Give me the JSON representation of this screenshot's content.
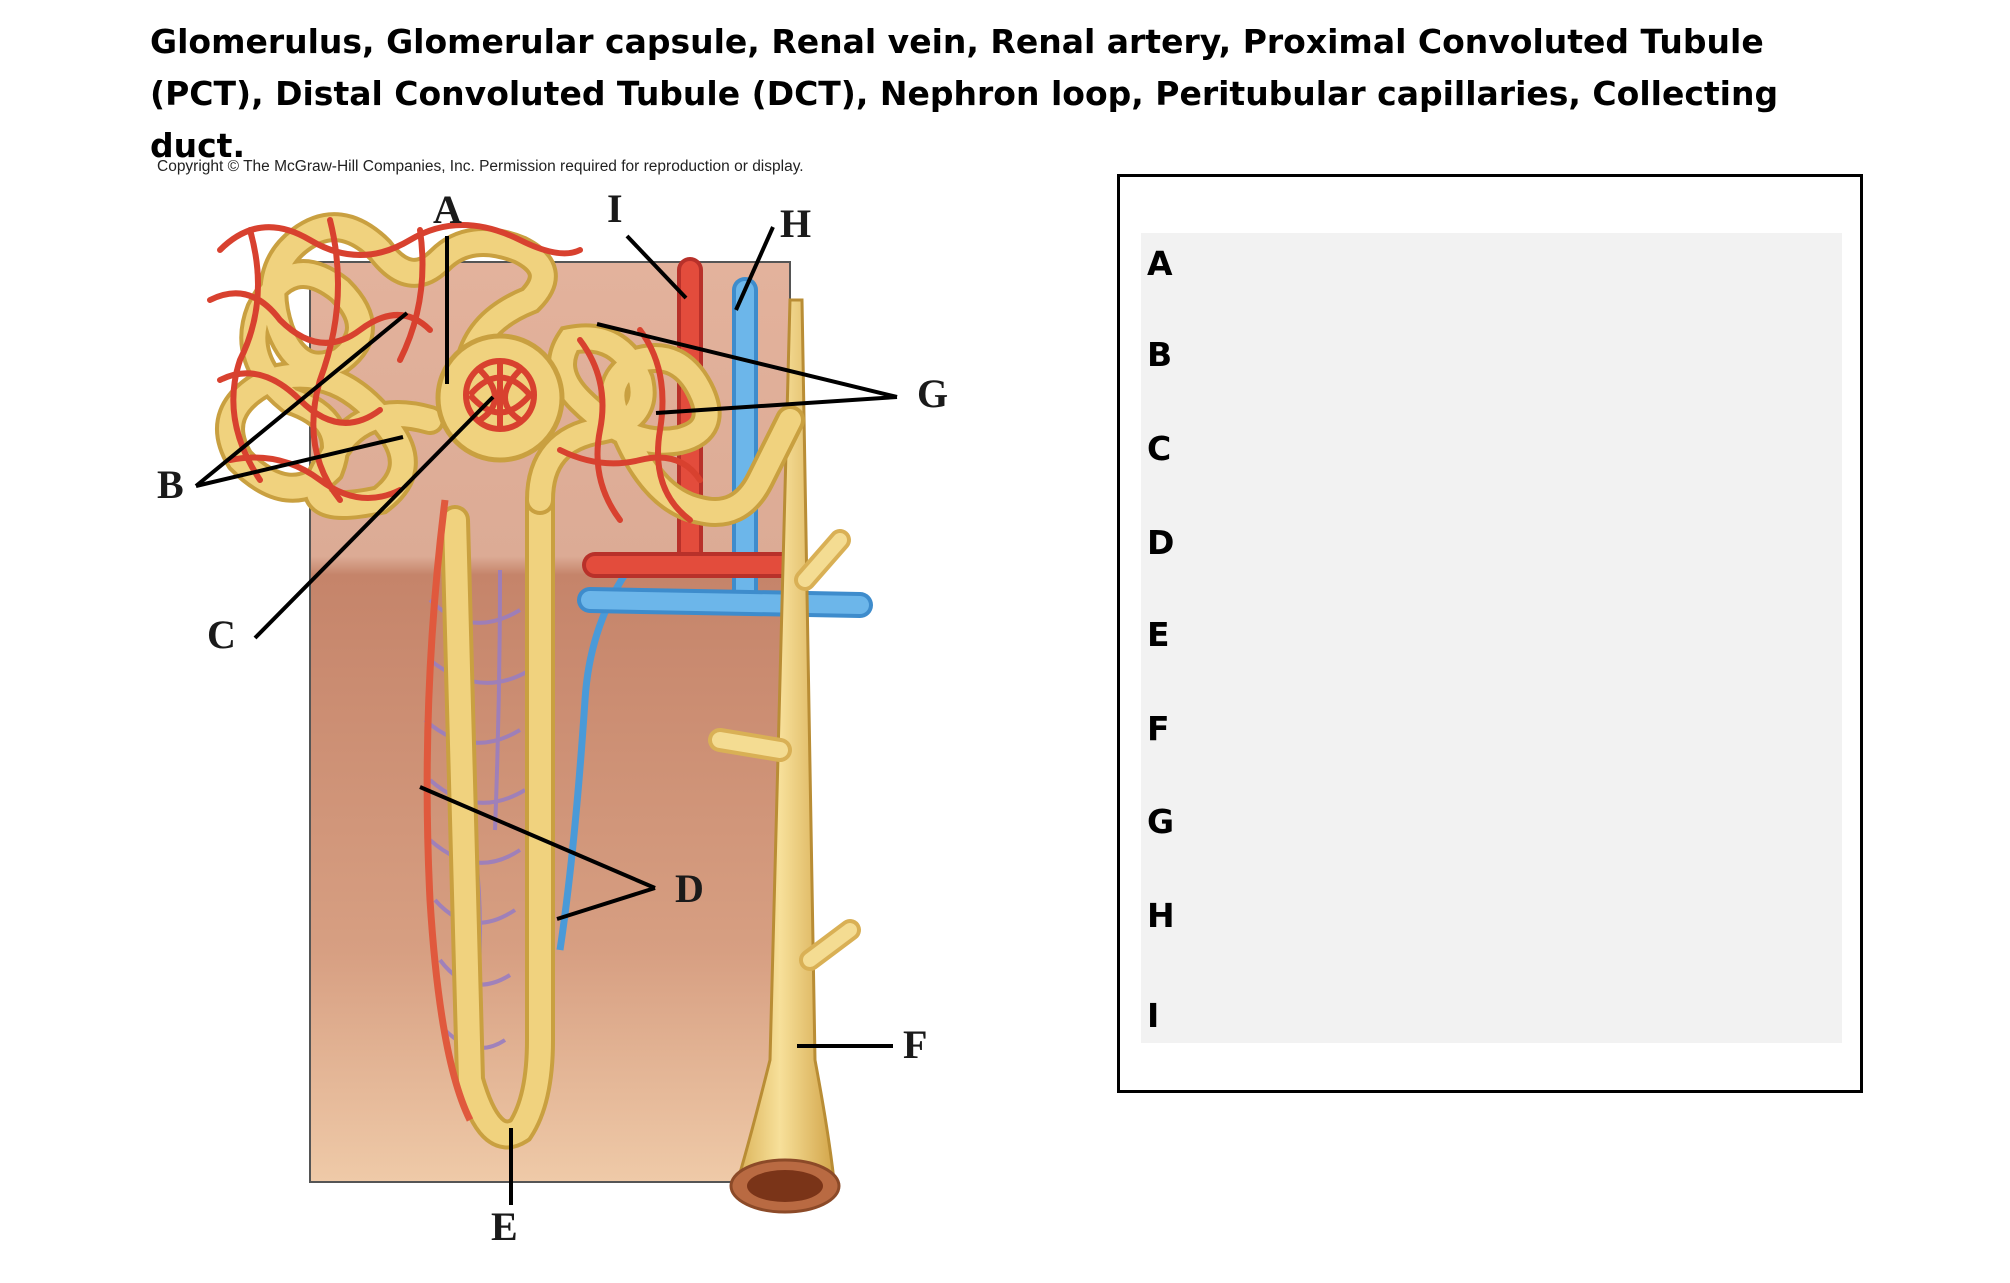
{
  "title": "Glomerulus, Glomerular capsule, Renal vein, Renal artery, Proximal Convoluted Tubule (PCT), Distal Convoluted Tubule (DCT), Nephron loop, Peritubular capillaries, Collecting duct.",
  "copyright": "Copyright © The McGraw-Hill Companies, Inc. Permission required for reproduction or display.",
  "labels": {
    "A": "A",
    "B": "B",
    "C": "C",
    "D": "D",
    "E": "E",
    "F": "F",
    "G": "G",
    "H": "H",
    "I": "I"
  },
  "answers": [
    {
      "letter": "A",
      "value": ""
    },
    {
      "letter": "B",
      "value": ""
    },
    {
      "letter": "C",
      "value": ""
    },
    {
      "letter": "D",
      "value": ""
    },
    {
      "letter": "E",
      "value": ""
    },
    {
      "letter": "F",
      "value": ""
    },
    {
      "letter": "G",
      "value": ""
    },
    {
      "letter": "H",
      "value": ""
    },
    {
      "letter": "I",
      "value": ""
    }
  ],
  "colors": {
    "cortex": "#dcab95",
    "medulla": "#c98c70",
    "tubule": "#f0d27e",
    "tubule_edge": "#c9a040",
    "artery": "#e0493a",
    "vein": "#5aa8e0",
    "capillary_mix": "#a07ab8"
  }
}
